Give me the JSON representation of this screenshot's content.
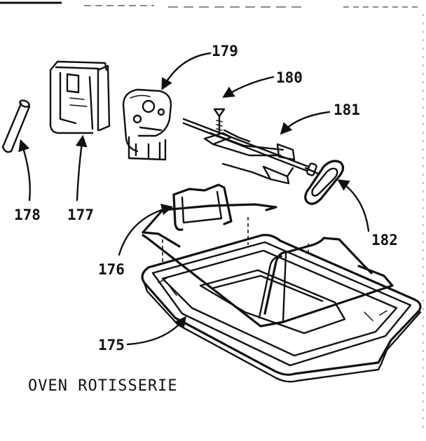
{
  "title": "OVEN ROTISSERIE",
  "callouts": {
    "c175": "175",
    "c176": "176",
    "c177": "177",
    "c178": "178",
    "c179": "179",
    "c180": "180",
    "c181": "181",
    "c182": "182"
  }
}
